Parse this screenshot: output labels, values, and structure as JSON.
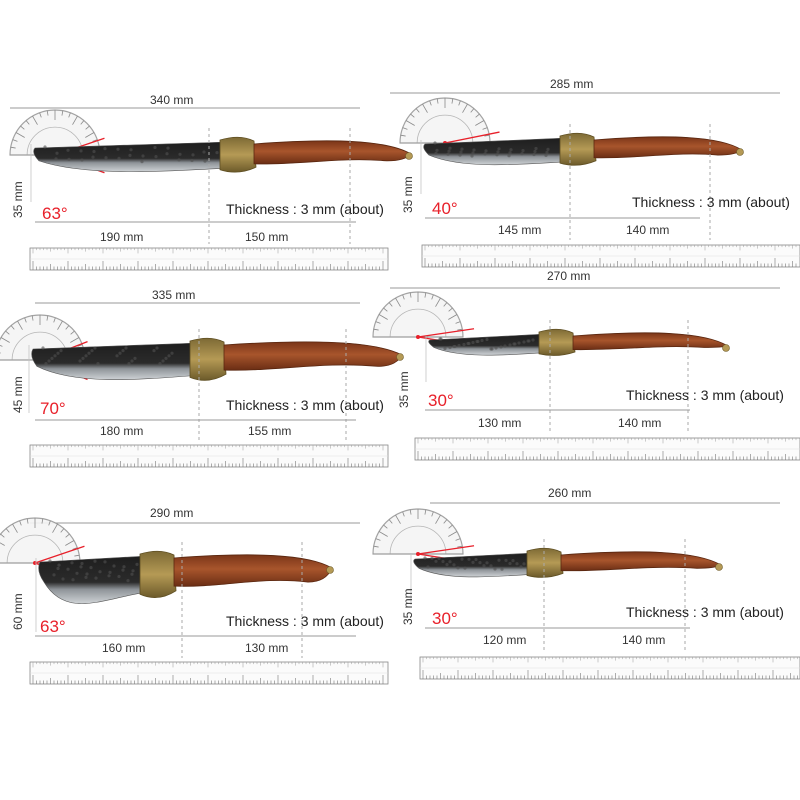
{
  "colors": {
    "accent_red": "#e8202a",
    "blade_dark": "#2b2b2b",
    "blade_silver": "#cfd3d6",
    "bolster_brass": "#b59a55",
    "handle_wood": "#a8552c",
    "dimension_line": "#999999",
    "ruler_stroke": "#888888"
  },
  "icons": {
    "protractor": "protractor-icon",
    "ruler": "ruler-icon"
  },
  "knives": [
    {
      "total": "340 mm",
      "blade": "190 mm",
      "handle": "150 mm",
      "width": "35 mm",
      "angle": "63°",
      "thickness": "Thickness : 3 mm (about)"
    },
    {
      "total": "285 mm",
      "blade": "145 mm",
      "handle": "140 mm",
      "width": "35 mm",
      "angle": "40°",
      "thickness": "Thickness : 3 mm (about)"
    },
    {
      "total": "335 mm",
      "blade": "180 mm",
      "handle": "155 mm",
      "width": "45 mm",
      "angle": "70°",
      "thickness": "Thickness : 3 mm (about)"
    },
    {
      "total": "270 mm",
      "blade": "130 mm",
      "handle": "140 mm",
      "width": "35 mm",
      "angle": "30°",
      "thickness": "Thickness : 3 mm (about)"
    },
    {
      "total": "290 mm",
      "blade": "160 mm",
      "handle": "130 mm",
      "width": "60 mm",
      "angle": "63°",
      "thickness": "Thickness : 3 mm (about)"
    },
    {
      "total": "260 mm",
      "blade": "120 mm",
      "handle": "140 mm",
      "width": "35 mm",
      "angle": "30°",
      "thickness": "Thickness : 3 mm (about)"
    }
  ]
}
